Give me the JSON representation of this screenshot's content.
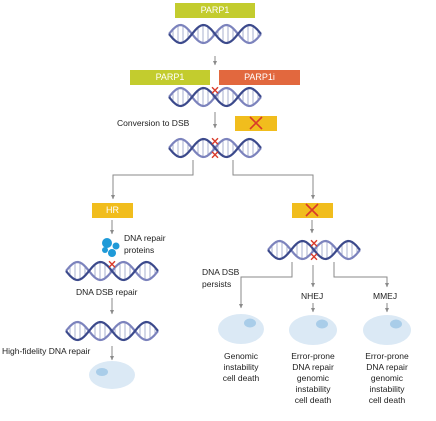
{
  "colors": {
    "parp_box": "#c3cc2e",
    "parpi_box": "#e2683e",
    "hr_box": "#f1bd1d",
    "blocked_box": "#f1bd1d",
    "cross_mark": "#d93a2a",
    "strand_a": "#3c4a8c",
    "strand_b": "#7c83bd",
    "rungs": "#aab0cf",
    "arrow": "#8a8a8a",
    "blob": "#1f9ad8",
    "cell": "#dbe9f5",
    "nucleus": "#a9cde9"
  },
  "labels": {
    "parp1_top": "PARP1",
    "parp1_left": "PARP1",
    "parp1i": "PARP1i",
    "conversion": "Conversion to DSB",
    "hr": "HR",
    "dna_repair_proteins_1": "DNA repair",
    "dna_repair_proteins_2": "proteins",
    "dsb_repair": "DNA DSB repair",
    "high_fidelity": "High-fidelity DNA repair",
    "dsb_persists_1": "DNA DSB",
    "dsb_persists_2": "persists",
    "nhej": "NHEJ",
    "mmej": "MMEJ"
  },
  "outcomes": {
    "genomic": [
      "Genomic",
      "instability",
      "cell death"
    ],
    "nhej": [
      "Error-prone",
      "DNA repair",
      "genomic",
      "instability",
      "cell death"
    ],
    "mmej": [
      "Error-prone",
      "DNA repair",
      "genomic",
      "instability",
      "cell death"
    ]
  }
}
